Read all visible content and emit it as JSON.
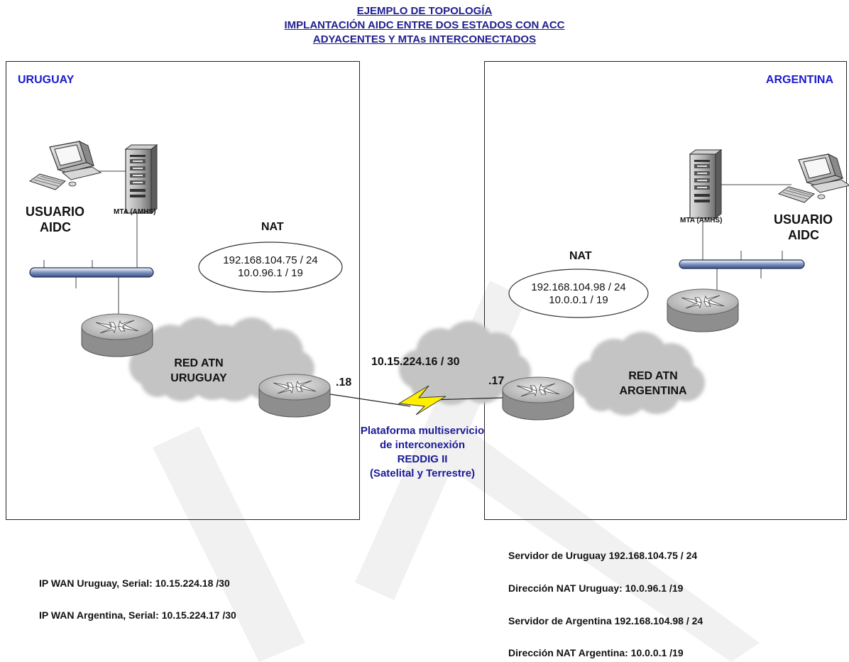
{
  "title": {
    "line1": "EJEMPLO DE TOPOLOGÍA",
    "line2": "IMPLANTACIÓN AIDC ENTRE DOS ESTADOS CON ACC",
    "line3": "ADYACENTES Y MTAs INTERCONECTADOS"
  },
  "left": {
    "country": "URUGUAY",
    "user_line1": "USUARIO",
    "user_line2": "AIDC",
    "mta_label": "MTA (AMHS)",
    "nat_title": "NAT",
    "nat_line1": "192.168.104.75 / 24",
    "nat_line2": "10.0.96.1 / 19",
    "network_line1": "RED ATN",
    "network_line2": "URUGUAY",
    "port": ".18"
  },
  "right": {
    "country": "ARGENTINA",
    "user_line1": "USUARIO",
    "user_line2": "AIDC",
    "mta_label": "MTA (AMHS)",
    "nat_title": "NAT",
    "nat_line1": "192.168.104.98 / 24",
    "nat_line2": "10.0.0.1 / 19",
    "network_line1": "RED ATN",
    "network_line2": "ARGENTINA",
    "port": ".17"
  },
  "link": {
    "subnet": "10.15.224.16 / 30",
    "platform_line1": "Plataforma multiservicio",
    "platform_line2": "de interconexión",
    "platform_line3": "REDDIG II",
    "platform_line4": "(Satelital y Terrestre)"
  },
  "info_left": [
    "IP WAN Uruguay, Serial:  10.15.224.18 /30",
    "IP WAN Argentina, Serial: 10.15.224.17 /30"
  ],
  "info_right": [
    "Servidor de Uruguay   192.168.104.75 / 24",
    "Dirección NAT Uruguay: 10.0.96.1 /19",
    "Servidor de Argentina 192.168.104.98 / 24",
    "Dirección NAT Argentina: 10.0.0.1 /19"
  ],
  "colors": {
    "title": "#1f1f8f",
    "country": "#1a1ad0",
    "platform": "#1a1a9a",
    "link": "#ffee00",
    "router": "#c8c8c8",
    "cloud": "#bdbdbd"
  },
  "icons": [
    "workstation-icon",
    "server-tower-icon",
    "router-icon",
    "cloud-icon",
    "ethernet-segment-icon",
    "serial-link-icon"
  ]
}
